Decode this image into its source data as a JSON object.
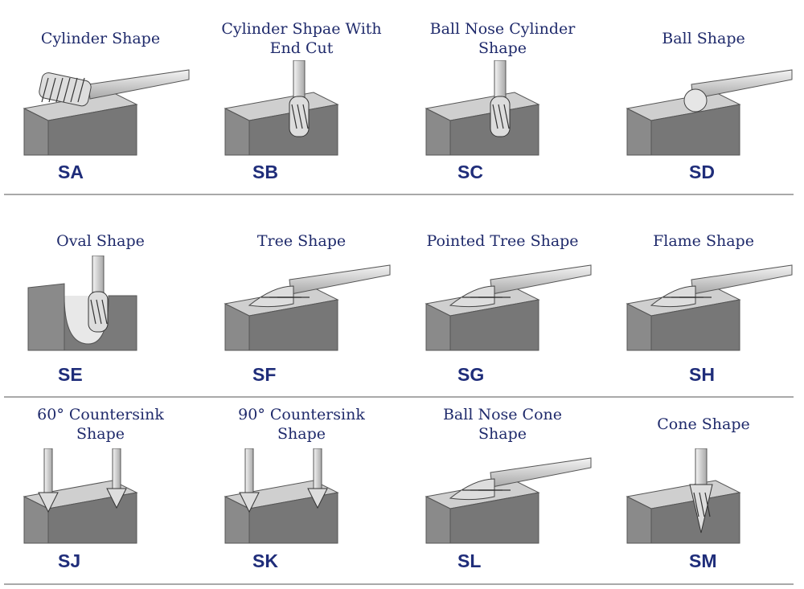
{
  "burrs": [
    {
      "title_lines": [
        "Cylinder Shape"
      ],
      "code": "SA",
      "tool": "horizontal-cylinder"
    },
    {
      "title_lines": [
        "Cylinder Shpae With",
        "End Cut"
      ],
      "code": "SB",
      "tool": "vertical-cylinder"
    },
    {
      "title_lines": [
        "Ball Nose Cylinder",
        "Shape"
      ],
      "code": "SC",
      "tool": "angled-ballnose"
    },
    {
      "title_lines": [
        "Ball Shape"
      ],
      "code": "SD",
      "tool": "ball"
    },
    {
      "title_lines": [
        "Oval Shape"
      ],
      "code": "SE",
      "tool": "vertical-oval"
    },
    {
      "title_lines": [
        "Tree Shape"
      ],
      "code": "SF",
      "tool": "horizontal-tree"
    },
    {
      "title_lines": [
        "Pointed Tree Shape"
      ],
      "code": "SG",
      "tool": "horizontal-pointed"
    },
    {
      "title_lines": [
        "Flame Shape"
      ],
      "code": "SH",
      "tool": "horizontal-flame"
    },
    {
      "title_lines": [
        "60° Countersink",
        "Shape"
      ],
      "code": "SJ",
      "tool": "countersink"
    },
    {
      "title_lines": [
        "90° Countersink",
        "Shape"
      ],
      "code": "SK",
      "tool": "countersink"
    },
    {
      "title_lines": [
        "Ball Nose Cone",
        "Shape"
      ],
      "code": "SL",
      "tool": "horizontal-cone"
    },
    {
      "title_lines": [
        "Cone Shape"
      ],
      "code": "SM",
      "tool": "vertical-cone"
    }
  ],
  "colors": {
    "title": "#1f2a6b",
    "code": "#1f2d7a",
    "divider": "#a9a9a9"
  }
}
